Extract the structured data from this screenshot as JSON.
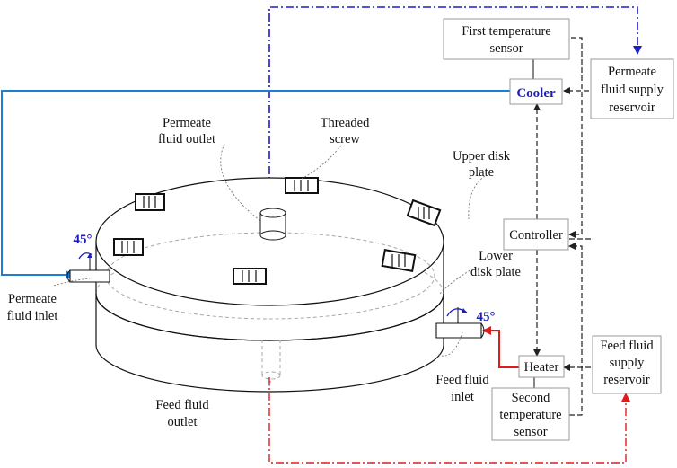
{
  "labels": {
    "first_temp_sensor": [
      "First temperature",
      "sensor"
    ],
    "cooler": "Cooler",
    "permeate_supply": [
      "Permeate",
      "fluid supply",
      "reservoir"
    ],
    "permeate_outlet": [
      "Permeate",
      "fluid outlet"
    ],
    "threaded_screw": [
      "Threaded",
      "screw"
    ],
    "upper_disk": [
      "Upper disk",
      "plate"
    ],
    "controller": "Controller",
    "lower_disk": [
      "Lower",
      "disk plate"
    ],
    "angle_left": "45°",
    "angle_right": "45°",
    "permeate_inlet": [
      "Permeate",
      "fluid inlet"
    ],
    "feed_supply": [
      "Feed  fluid",
      "supply",
      "reservoir"
    ],
    "heater": "Heater",
    "feed_inlet": [
      "Feed fluid",
      "inlet"
    ],
    "feed_outlet": [
      "Feed fluid",
      "outlet"
    ],
    "second_temp_sensor": [
      "Second",
      "temperature",
      "sensor"
    ]
  },
  "colors": {
    "permeate_line": "#1e7fd2",
    "permeate_dash": "#1c1cc8",
    "feed_line": "#e01b1b",
    "control_line": "#222222",
    "angle_text": "#1d1db8"
  }
}
